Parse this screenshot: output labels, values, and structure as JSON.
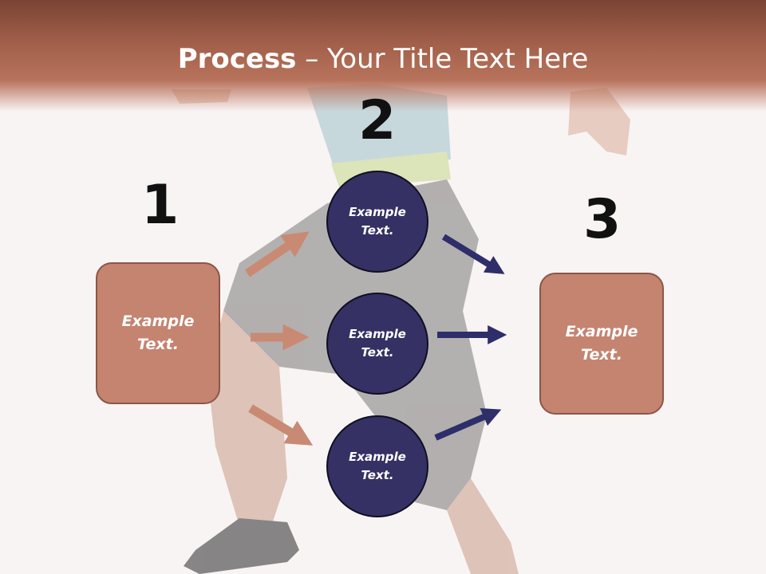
{
  "title": {
    "bold": "Process",
    "rest": " – Your Title Text Here"
  },
  "steps": {
    "one": "1",
    "two": "2",
    "three": "3"
  },
  "boxes": {
    "left": {
      "line1": "Example",
      "line2": "Text."
    },
    "right": {
      "line1": "Example",
      "line2": "Text."
    }
  },
  "circles": [
    {
      "line1": "Example",
      "line2": "Text."
    },
    {
      "line1": "Example",
      "line2": "Text."
    },
    {
      "line1": "Example",
      "line2": "Text."
    }
  ],
  "colors": {
    "title_bar": "#a2604a",
    "box_fill": "#c48470",
    "circle_fill": "#353164",
    "arrow_left": "#c98a73",
    "arrow_right": "#2e2e6a"
  }
}
